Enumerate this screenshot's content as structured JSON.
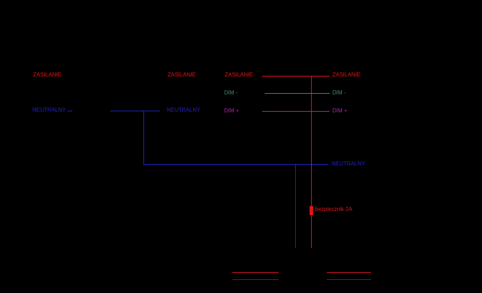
{
  "colors": {
    "background": "#000000",
    "live": "#e2141b",
    "neutral": "#2222c8",
    "dim_minus": "#3f8a78",
    "dim_plus": "#a52aa5"
  },
  "labels": {
    "zasilanie_left": "ZASILANIE",
    "neutralny_left": "NEUTRALNY",
    "zasilanie_mid": "ZASILANIE",
    "neutralny_mid": "NEUTRALNY",
    "zasilanie_center": "ZASILANIE",
    "dim_minus_center": "DIM -",
    "dim_plus_center": "DIM +",
    "zasilanie_right": "ZASILANIE",
    "dim_minus_right": "DIM -",
    "dim_plus_right": "DIM +",
    "neutralny_right": "NEUTRALNY",
    "fuse": "bezpiecznik 2A"
  }
}
